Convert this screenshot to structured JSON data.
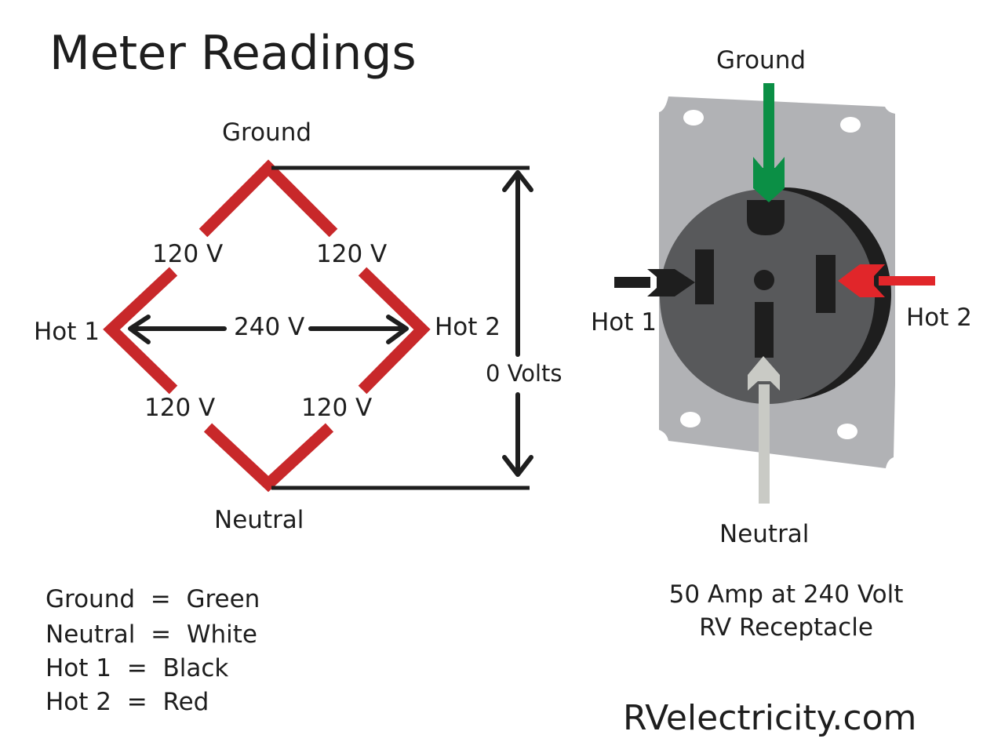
{
  "title": "Meter Readings",
  "colors": {
    "red_line": "#c8282a",
    "black": "#1e1e1e",
    "plate_gray": "#b1b2b5",
    "receptacle_face": "#58595b",
    "green_arrow": "#0b8f45",
    "neutral_arrow": "#c9cac5",
    "red_arrow": "#e1262a"
  },
  "meter_diagram": {
    "top_label": "Ground",
    "bottom_label": "Neutral",
    "left_label": "Hot 1",
    "right_label": "Hot 2",
    "upper_left_reading": "120 V",
    "upper_right_reading": "120 V",
    "lower_left_reading": "120 V",
    "lower_right_reading": "120 V",
    "center_reading": "240 V",
    "ground_neutral_reading": "0 Volts"
  },
  "receptacle": {
    "ground_label": "Ground",
    "neutral_label": "Neutral",
    "hot1_label": "Hot 1",
    "hot2_label": "Hot 2",
    "caption_line1": "50 Amp at 240 Volt",
    "caption_line2": "RV Receptacle"
  },
  "legend": [
    {
      "wire": "Ground",
      "eq": "=",
      "color": "Green"
    },
    {
      "wire": "Neutral",
      "eq": "=",
      "color": "White"
    },
    {
      "wire": "Hot 1",
      "eq": "=",
      "color": "Black"
    },
    {
      "wire": "Hot 2",
      "eq": "=",
      "color": "Red"
    }
  ],
  "website": "RVelectricity.com"
}
